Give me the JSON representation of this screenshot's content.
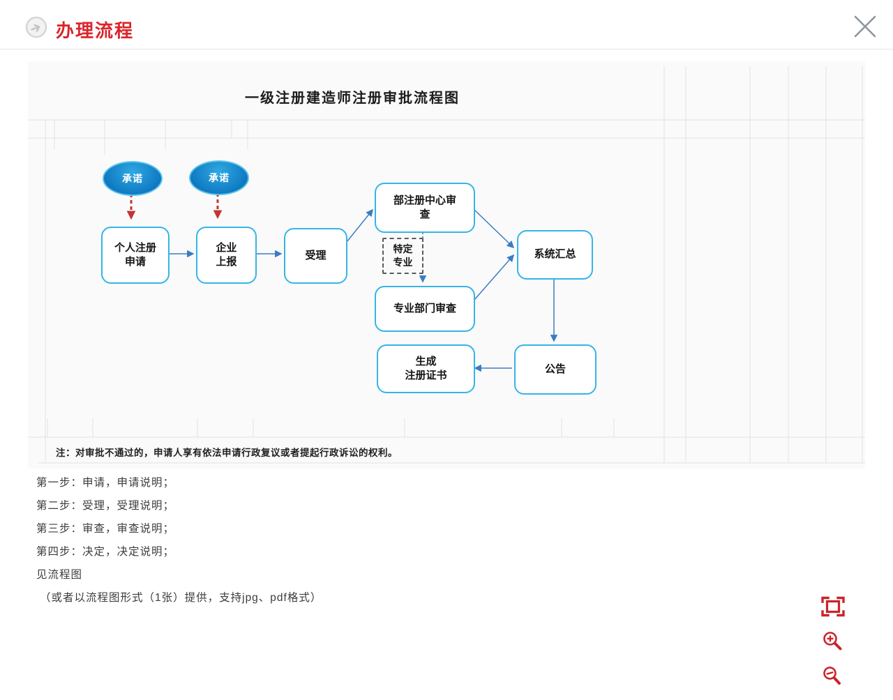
{
  "dialog": {
    "title": "办理流程"
  },
  "flowchart": {
    "title": "一级注册建造师注册审批流程图",
    "nodes": {
      "promise_left": "承诺",
      "promise_right": "承诺",
      "personal_application": "个人注册\n申请",
      "enterprise_report": "企业\n上报",
      "acceptance": "受理",
      "ministry_review": "部注册中心审\n查",
      "specific_major": "特定\n专业",
      "department_review": "专业部门审查",
      "system_summary": "系统汇总",
      "announcement": "公告",
      "certificate": "生成\n注册证书"
    },
    "note": "注：对审批不通过的，申请人享有依法申请行政复议或者提起行政诉讼的权利。"
  },
  "steps": [
    "第一步：申请，申请说明；",
    "第二步：受理，受理说明；",
    "第三步：审查，审查说明；",
    "第四步：决定，决定说明；",
    "见流程图",
    "（或者以流程图形式（1张）提供，支持jpg、pdf格式）"
  ],
  "icons": {
    "header": "circle-arrow-icon",
    "close": "close-icon",
    "fullscreen": "fullscreen-icon",
    "zoom_in": "zoom-in-icon",
    "zoom_out": "zoom-out-icon"
  },
  "colors": {
    "title_red": "#d9262c",
    "control_red": "#c9252b",
    "node_border": "#35b5e5",
    "ellipse_fill": "#1385cf",
    "connector_blue": "#3a7cc0",
    "promise_arrow_red": "#c23531",
    "gridline": "#e1e1e5"
  }
}
